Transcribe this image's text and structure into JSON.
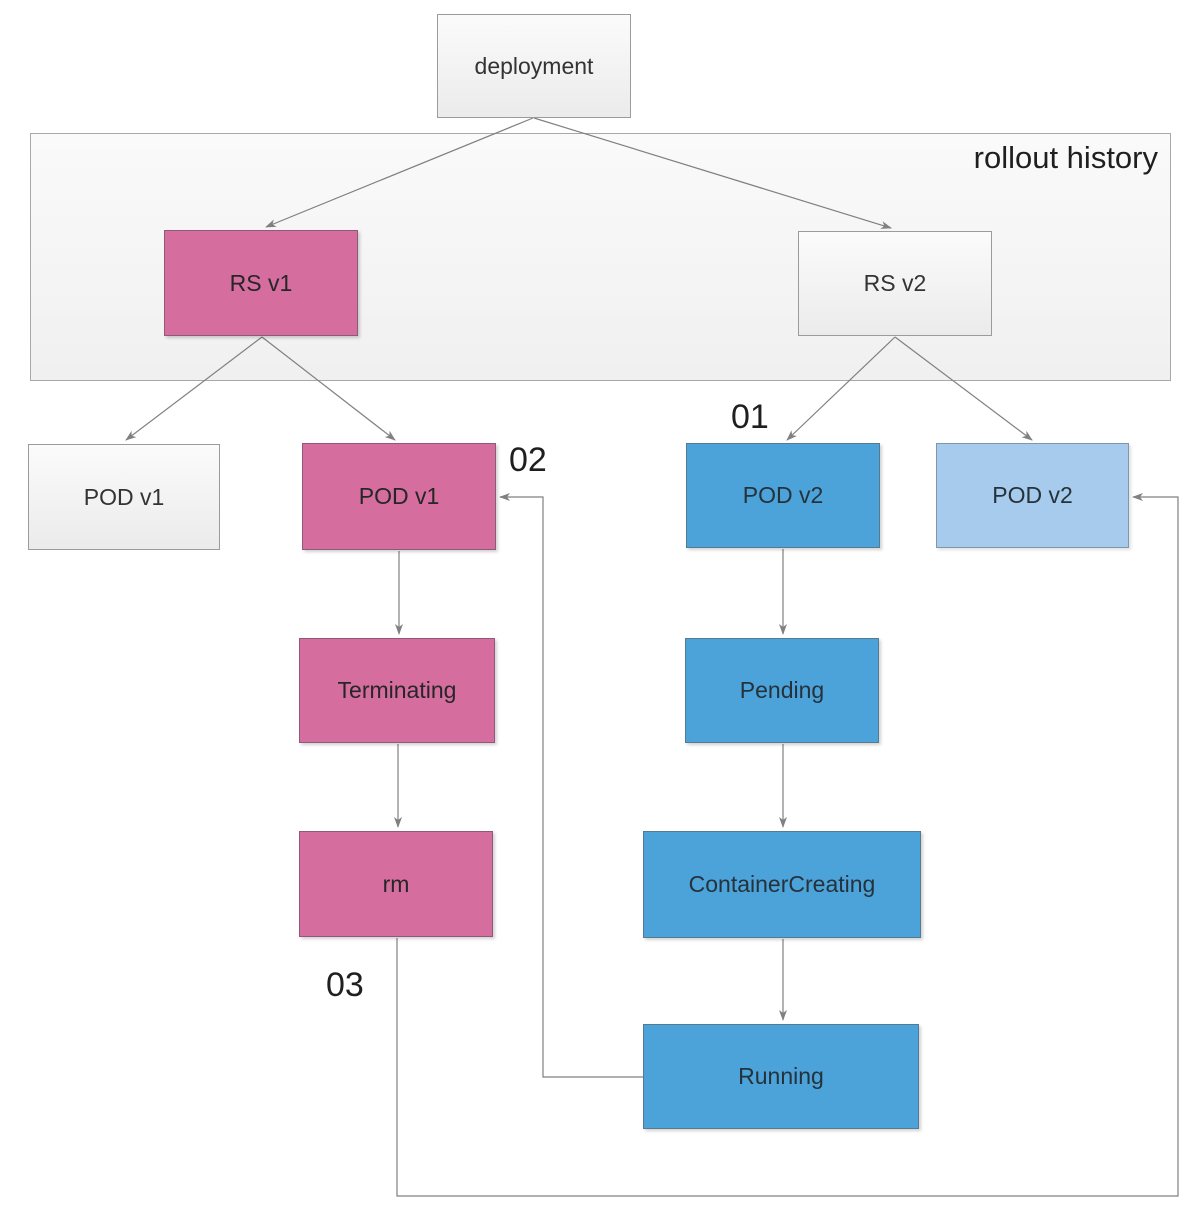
{
  "diagram": {
    "group_title": "rollout history",
    "nodes": {
      "deployment": "deployment",
      "rs_v1": "RS v1",
      "rs_v2": "RS v2",
      "pod_v1_old": "POD v1",
      "pod_v1": "POD v1",
      "pod_v2": "POD v2",
      "pod_v2_new": "POD v2",
      "terminating": "Terminating",
      "pending": "Pending",
      "rm": "rm",
      "container_creating": "ContainerCreating",
      "running": "Running"
    },
    "steps": {
      "s1": "01",
      "s2": "02",
      "s3": "03"
    },
    "colors": {
      "pink": "#d56d9f",
      "blue": "#4ba3d9",
      "light_blue": "#a6cbec",
      "gray_fill": "#f4f4f4",
      "group_fill": "#f5f5f5",
      "edge": "#808080",
      "text": "#262626"
    }
  }
}
